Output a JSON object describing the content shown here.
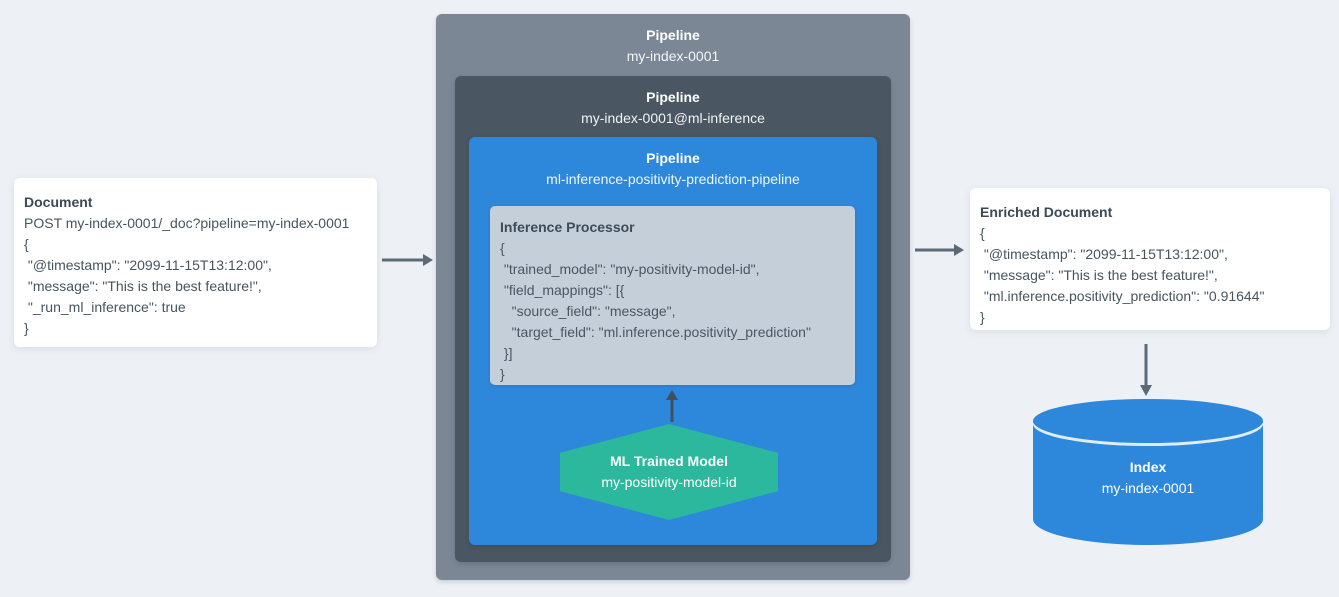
{
  "diagram": {
    "document": {
      "title": "Document",
      "code": "POST my-index-0001/_doc?pipeline=my-index-0001\n{\n \"@timestamp\": \"2099-11-15T13:12:00\",\n \"message\": \"This is the best feature!\",\n \"_run_ml_inference\": true\n}"
    },
    "outer_pipeline": {
      "label": "Pipeline",
      "name": "my-index-0001"
    },
    "ml_inference_pipeline": {
      "label": "Pipeline",
      "name": "my-index-0001@ml-inference"
    },
    "positivity_pipeline": {
      "label": "Pipeline",
      "name": "ml-inference-positivity-prediction-pipeline"
    },
    "inference_processor": {
      "title": "Inference Processor",
      "code": "{\n \"trained_model\": \"my-positivity-model-id\",\n \"field_mappings\": [{\n   \"source_field\": \"message\",\n   \"target_field\": \"ml.inference.positivity_prediction\"\n }]\n}"
    },
    "ml_trained_model": {
      "title": "ML Trained Model",
      "name": "my-positivity-model-id"
    },
    "enriched_document": {
      "title": "Enriched Document",
      "code": "{\n \"@timestamp\": \"2099-11-15T13:12:00\",\n \"message\": \"This is the best feature!\",\n \"ml.inference.positivity_prediction\": \"0.91644\"\n}"
    },
    "index": {
      "title": "Index",
      "name": "my-index-0001"
    }
  },
  "colors": {
    "background": "#edf1f6",
    "card_bg": "#ffffff",
    "outer_pipeline_bg": "#7b8794",
    "inner_pipeline_bg": "#4a5661",
    "ml_pipeline_bg": "#2d87db",
    "processor_bg": "#c5cfd9",
    "model_hexagon_bg": "#2bb89d",
    "index_cylinder_bg": "#2d87db",
    "arrow": "#5c6a77",
    "text_dark": "#42505d",
    "text_light": "#ffffff"
  }
}
